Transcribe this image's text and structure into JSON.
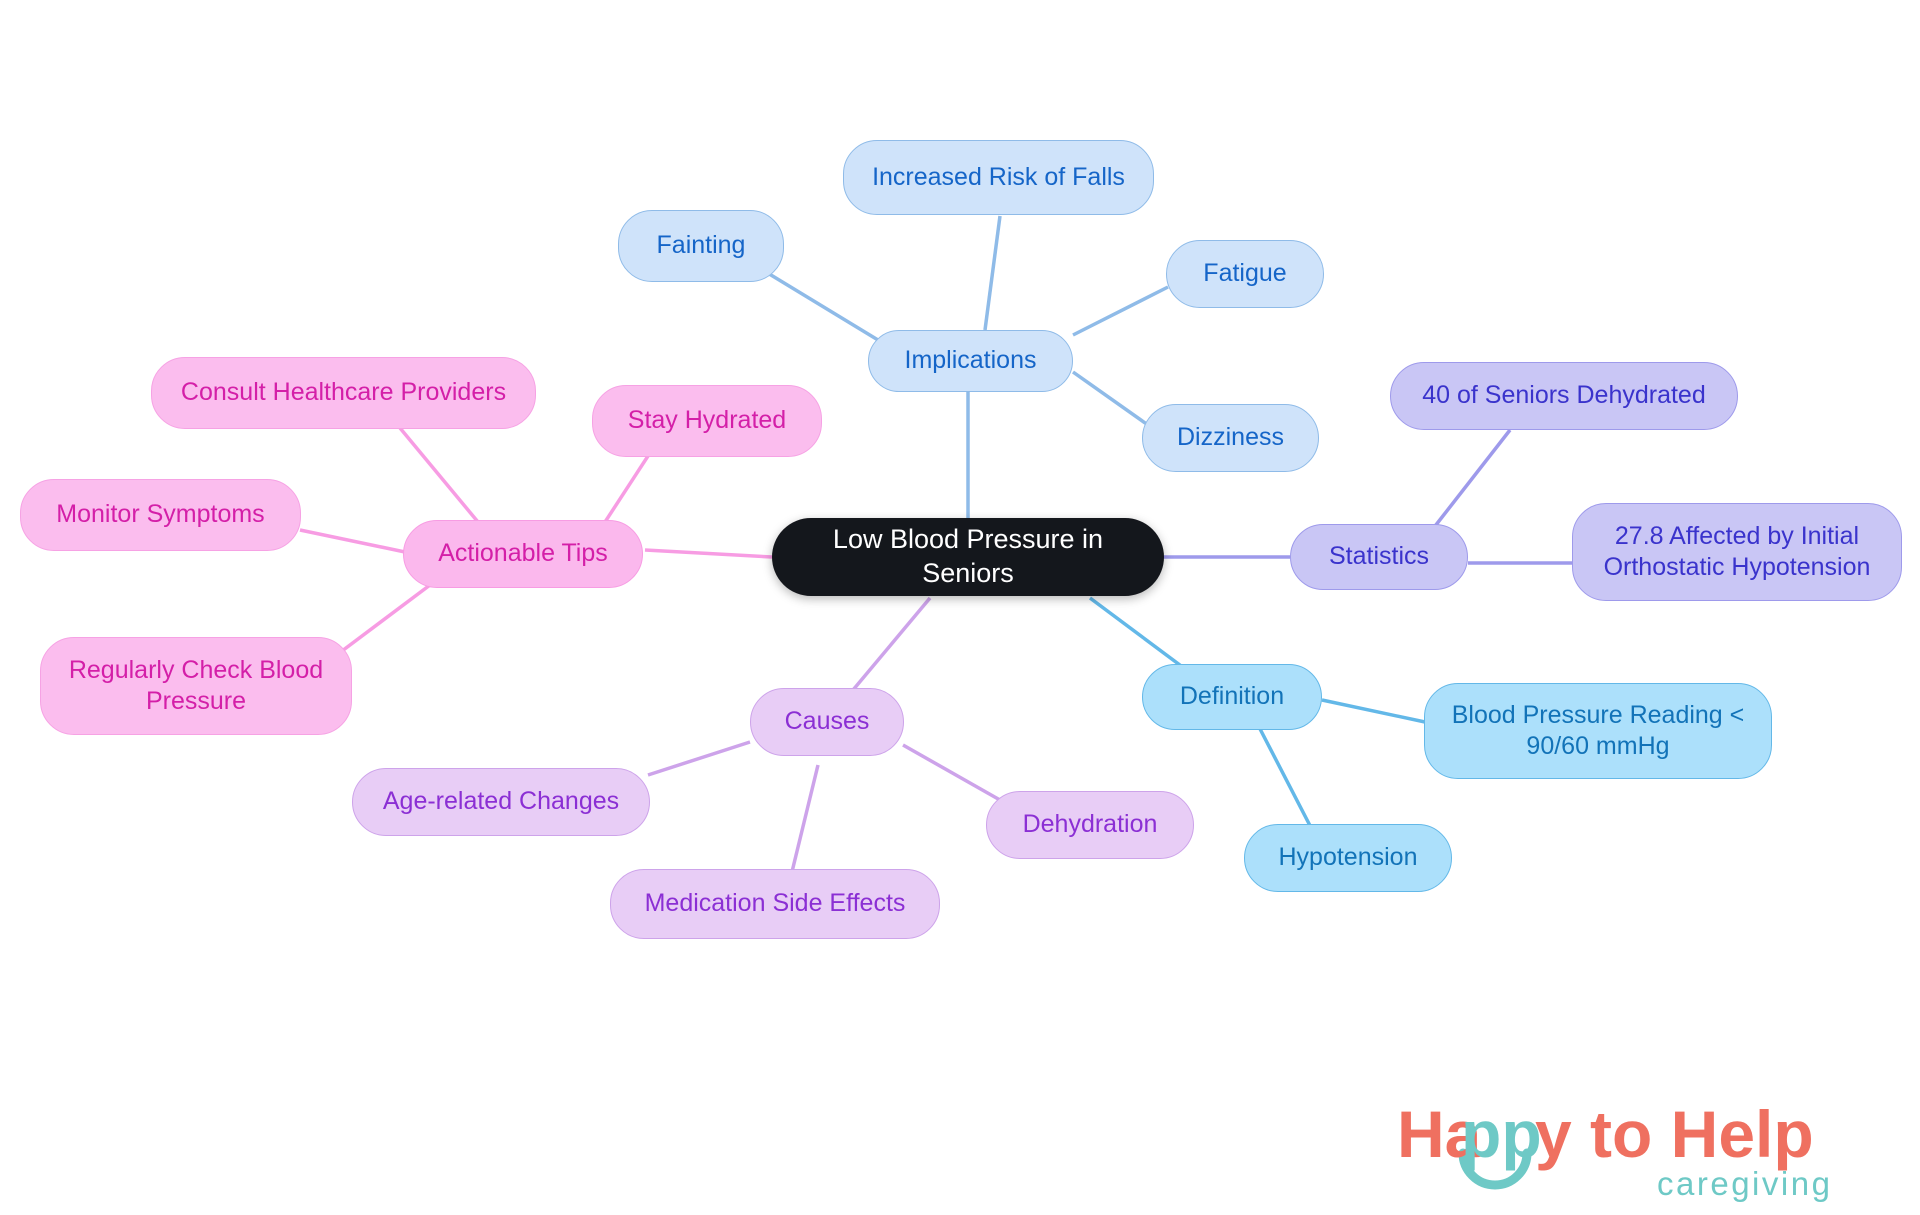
{
  "diagram": {
    "type": "mindmap",
    "root": {
      "id": "root",
      "label": "Low Blood Pressure in Seniors"
    },
    "branches": [
      {
        "id": "implications",
        "label": "Implications",
        "color": "#cfe3fa",
        "text_color": "#1565c8",
        "children": [
          {
            "id": "increased-risk-of-falls",
            "label": "Increased Risk of Falls"
          },
          {
            "id": "fainting",
            "label": "Fainting"
          },
          {
            "id": "fatigue",
            "label": "Fatigue"
          },
          {
            "id": "dizziness",
            "label": "Dizziness"
          }
        ]
      },
      {
        "id": "statistics",
        "label": "Statistics",
        "color": "#c9c6f5",
        "text_color": "#3a33cc",
        "children": [
          {
            "id": "seniors-dehydrated",
            "label": "40 of Seniors Dehydrated"
          },
          {
            "id": "initial-orthostatic-hypotension",
            "label": "27.8 Affected by Initial\nOrthostatic Hypotension"
          }
        ]
      },
      {
        "id": "definition",
        "label": "Definition",
        "color": "#ace0fb",
        "text_color": "#1273b8",
        "children": [
          {
            "id": "blood-pressure-reading",
            "label": "Blood Pressure Reading <\n90/60 mmHg"
          },
          {
            "id": "hypotension",
            "label": "Hypotension"
          }
        ]
      },
      {
        "id": "causes",
        "label": "Causes",
        "color": "#e8cdf6",
        "text_color": "#8b2fd4",
        "children": [
          {
            "id": "age-related-changes",
            "label": "Age-related Changes"
          },
          {
            "id": "medication-side-effects",
            "label": "Medication Side Effects"
          },
          {
            "id": "dehydration",
            "label": "Dehydration"
          }
        ]
      },
      {
        "id": "actionable-tips",
        "label": "Actionable Tips",
        "color": "#fbb8ed",
        "text_color": "#d41fa8",
        "children": [
          {
            "id": "consult-healthcare-providers",
            "label": "Consult Healthcare Providers"
          },
          {
            "id": "stay-hydrated",
            "label": "Stay Hydrated"
          },
          {
            "id": "monitor-symptoms",
            "label": "Monitor Symptoms"
          },
          {
            "id": "regularly-check-blood-pressure",
            "label": "Regularly Check Blood\nPressure"
          }
        ]
      }
    ]
  },
  "logo": {
    "line1_part1": "Ha",
    "line1_part2": "pp",
    "line1_part3": "y to Help",
    "line2": "caregiving",
    "coral": "#ef7060",
    "teal": "#6ec9c6"
  }
}
